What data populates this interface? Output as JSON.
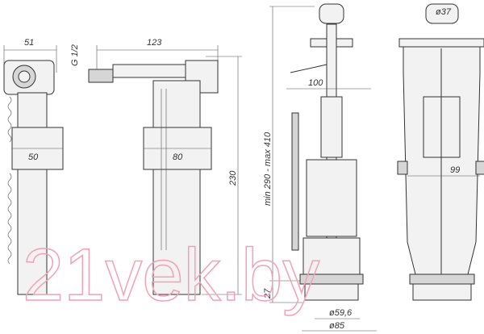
{
  "watermark": "21vek.by",
  "valve_side_fill": {
    "width_top": "51",
    "float_width": "50"
  },
  "valve_bottom_fill": {
    "thread": "G 1/2",
    "length": "123",
    "float_width": "80",
    "height": "230"
  },
  "flush_valve_side": {
    "height_range": "min 290 - max 410",
    "lever": "100",
    "base_height": "27",
    "thread_diameter": "ø59,6",
    "flange_diameter": "ø85"
  },
  "flush_valve_front": {
    "button_diameter": "ø37",
    "width": "99"
  }
}
